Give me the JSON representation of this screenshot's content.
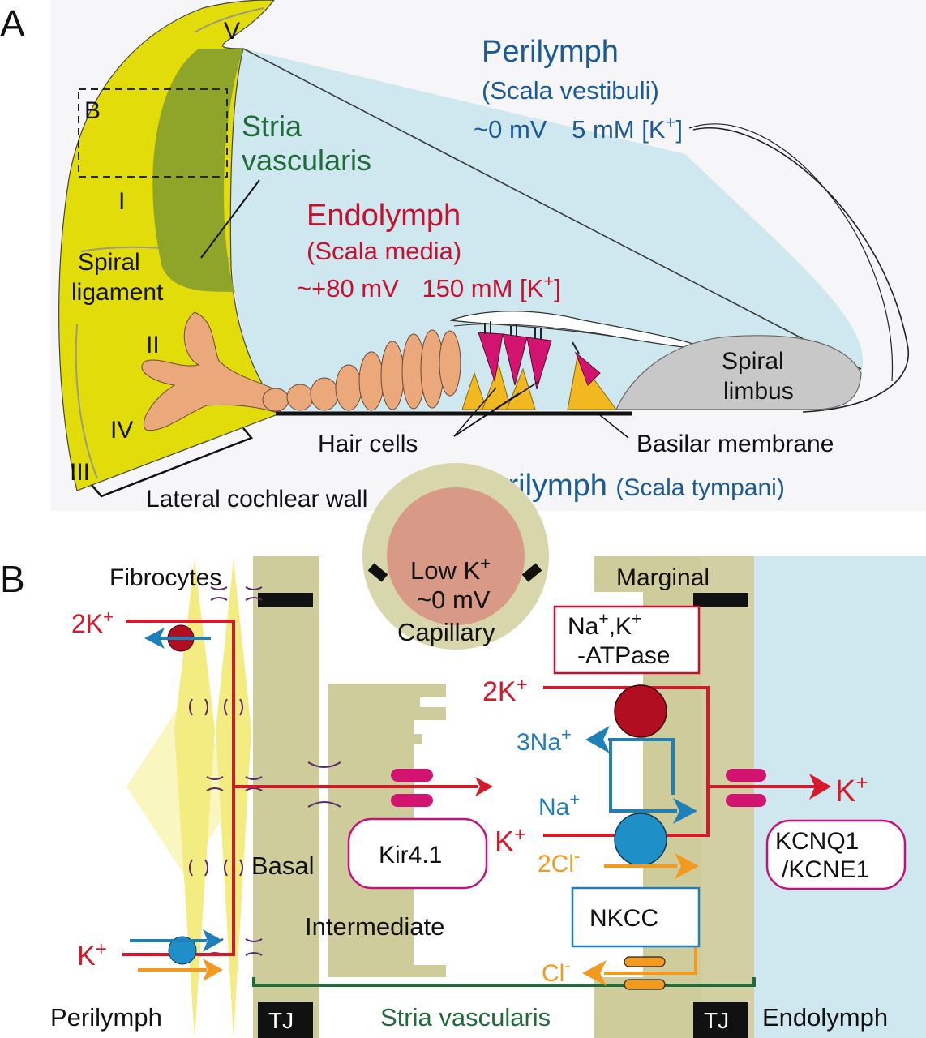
{
  "panel_a": {
    "panel_label": "A",
    "inset_label": "B",
    "fibrocyte_types": [
      "V",
      "I",
      "II",
      "IV",
      "III"
    ],
    "spiral_ligament": [
      "Spiral",
      "ligament"
    ],
    "stria": [
      "Stria",
      "vascularis"
    ],
    "perilymph_vestibuli": {
      "title": "Perilymph",
      "subtitle": "(Scala vestibuli)",
      "potential": "~0 mV",
      "k_conc": "5 mM [K",
      "sup": "+",
      "close": "]"
    },
    "endolymph": {
      "title": "Endolymph",
      "subtitle": "(Scala media)",
      "potential": "~+80 mV",
      "k_conc": "150 mM [K",
      "sup": "+",
      "close": "]"
    },
    "spiral_limbus": [
      "Spiral",
      "limbus"
    ],
    "hair_cells": "Hair cells",
    "basilar_membrane": "Basilar membrane",
    "perilymph_tympani": {
      "title": "Perilymph",
      "subtitle": "(Scala tympani)"
    },
    "lateral_wall": "Lateral cochlear wall"
  },
  "panel_b": {
    "panel_label": "B",
    "fibrocytes": "Fibrocytes",
    "capillary": {
      "line1": "Low K",
      "sup": "+",
      "line2": "~0 mV",
      "label": "Capillary"
    },
    "marginal": "Marginal",
    "atpase": {
      "line1": "Na",
      "sup1": "+",
      "mid": ",K",
      "sup2": "+",
      "line2": "-ATPase"
    },
    "left_2k": {
      "text": "2K",
      "sup": "+"
    },
    "left_k": {
      "text": "K",
      "sup": "+"
    },
    "right_2k": {
      "text": "2K",
      "sup": "+"
    },
    "three_na": {
      "text": "3Na",
      "sup": "+"
    },
    "na": {
      "text": "Na",
      "sup": "+"
    },
    "k_in": {
      "text": "K",
      "sup": "+"
    },
    "two_cl": {
      "text": "2Cl",
      "sup": "-"
    },
    "cl": {
      "text": "Cl",
      "sup": "-"
    },
    "k_out": {
      "text": "K",
      "sup": "+"
    },
    "kir": "Kir4.1",
    "nkcc": "NKCC",
    "kcnq": [
      "KCNQ1",
      "/KCNE1"
    ],
    "basal": "Basal",
    "intermediate": "Intermediate",
    "perilymph": "Perilymph",
    "stria": "Stria vascularis",
    "endolymph": "Endolymph",
    "tj": "TJ"
  },
  "colors": {
    "perilymph_blue": "#1a5a96",
    "endolymph_red": "#c8102e",
    "stria_green": "#1f6b3a",
    "k_red": "#d6182b",
    "na_blue": "#1f7fb8",
    "cl_orange": "#f39a1e",
    "fluid": "#cfe7ee",
    "ligament_yellow": "#e2dc0a",
    "stria_olive": "#8fa52a",
    "tissue_khaki": "#cfcc9b",
    "fibro_salmon": "#eba87a",
    "hair_magenta": "#d21470"
  }
}
